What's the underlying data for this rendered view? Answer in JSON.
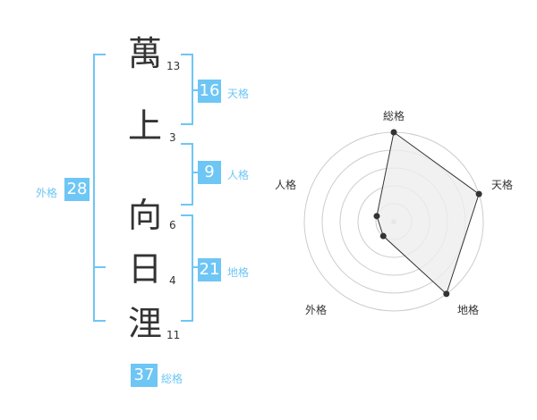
{
  "name_chars": [
    {
      "char": "萬",
      "strokes": "13"
    },
    {
      "char": "上",
      "strokes": "3"
    },
    {
      "char": "向",
      "strokes": "6"
    },
    {
      "char": "日",
      "strokes": "4"
    },
    {
      "char": "浬",
      "strokes": "11"
    }
  ],
  "fortunes": {
    "tenkaku": {
      "value": "16",
      "label": "天格"
    },
    "jinkaku": {
      "value": "9",
      "label": "人格"
    },
    "chikaku": {
      "value": "21",
      "label": "地格"
    },
    "gaikaku": {
      "value": "28",
      "label": "外格"
    },
    "soukaku": {
      "value": "37",
      "label": "総格"
    }
  },
  "chart_data": {
    "type": "radar",
    "axes": [
      "総格",
      "天格",
      "地格",
      "外格",
      "人格"
    ],
    "values": [
      5,
      5,
      5,
      1,
      1
    ],
    "rmax": 5,
    "rings": 5,
    "colors": {
      "fill": "#eeeeee",
      "stroke": "#333333",
      "ring": "#cccccc",
      "accent": "#6ec6f5"
    }
  }
}
